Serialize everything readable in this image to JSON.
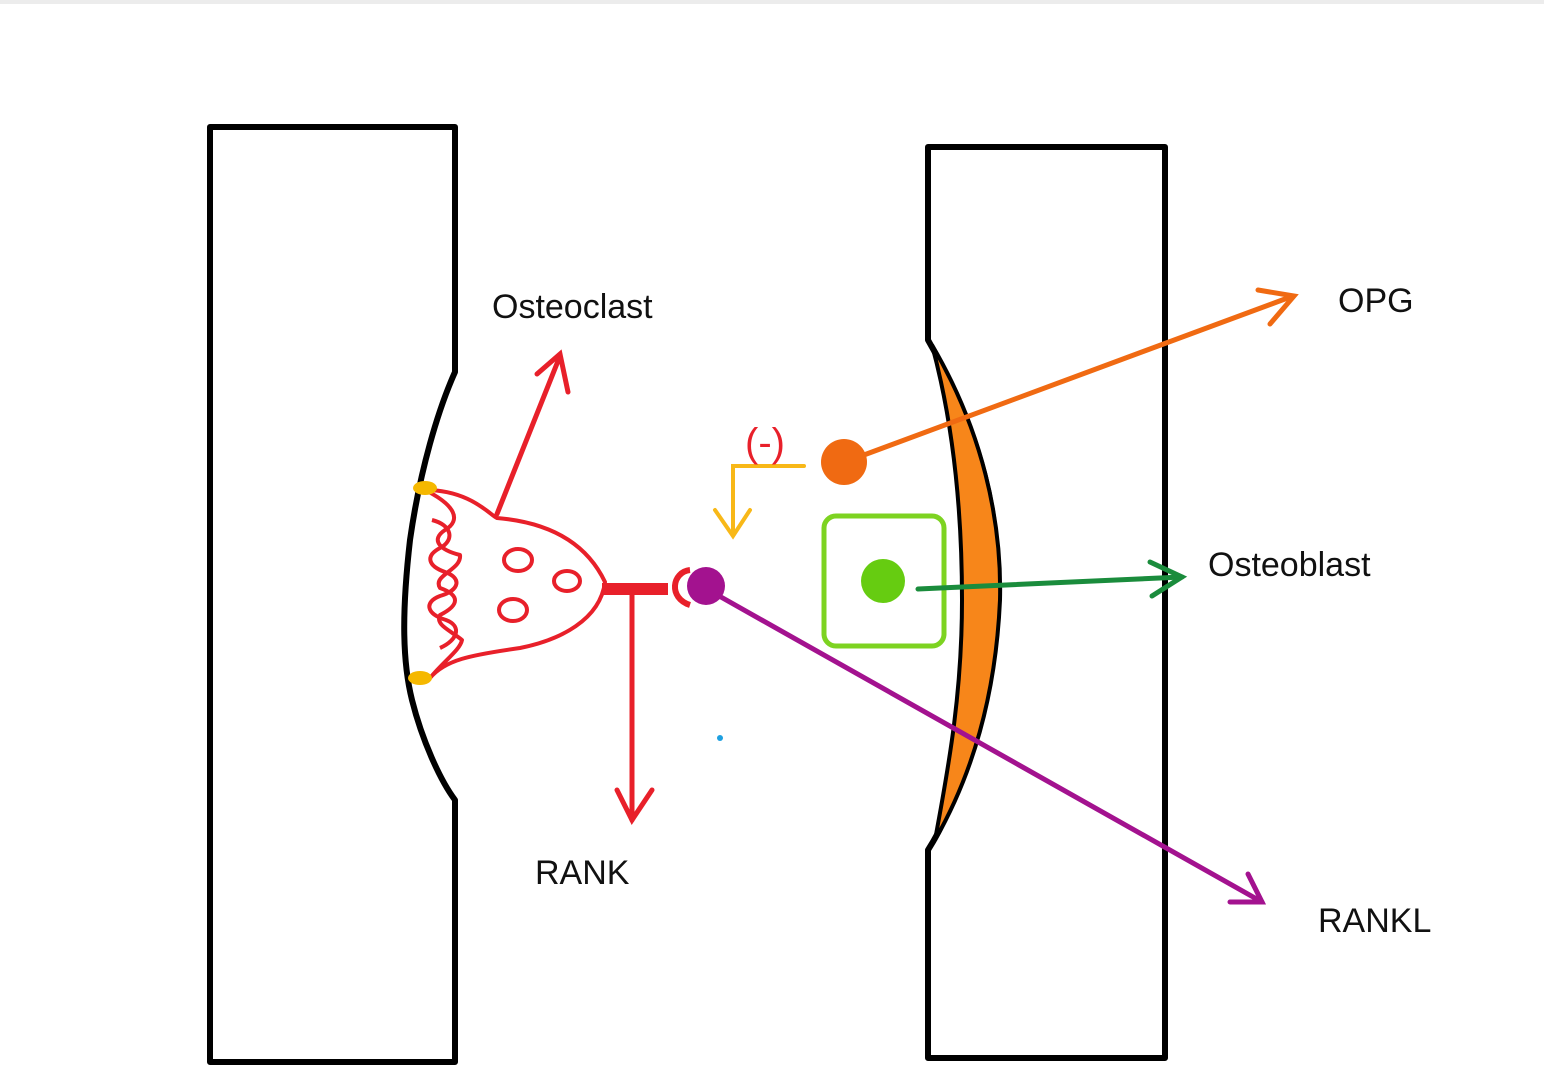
{
  "labels": {
    "osteoclast": "Osteoclast",
    "opg": "OPG",
    "osteoblast": "Osteoblast",
    "rank": "RANK",
    "rankl": "RANKL",
    "inhibition": "(-)"
  },
  "colors": {
    "bone_outline": "#000000",
    "osteoclast": "#e8202a",
    "attachment": "#f5b800",
    "rankl": "#a3128f",
    "opg": "#f06a12",
    "osteoid": "#f7861a",
    "osteoblast_cell": "#7dd321",
    "osteoblast_nucleus": "#66cc11",
    "osteoblast_arrow": "#1a8c3c",
    "inhibition_arrow": "#f8b818",
    "stray_dot": "#1ea0e0"
  }
}
